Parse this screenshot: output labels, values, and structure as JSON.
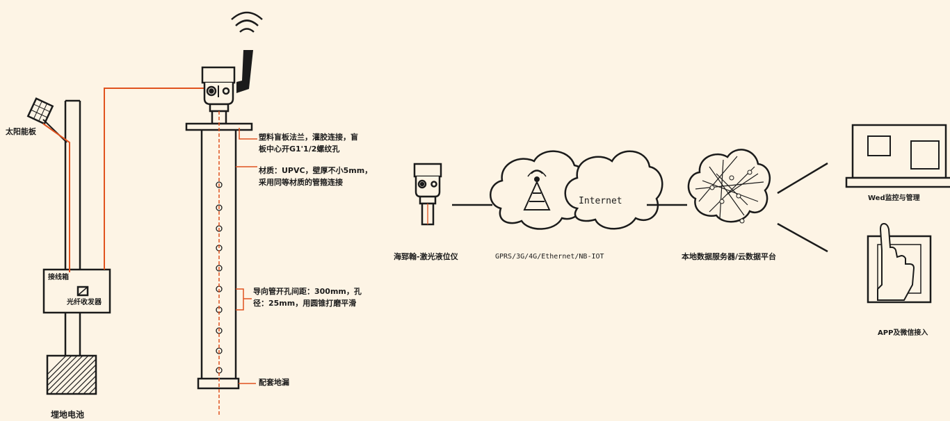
{
  "left_system": {
    "solar_panel": "太阳能板",
    "junction_box": "接线箱",
    "fiber_transceiver": "光纤收发器",
    "buried_battery": "埋地电池"
  },
  "pipe_annotations": {
    "flange_line1": "塑料盲板法兰，灌胶连接，盲",
    "flange_line2": "板中心开G1'1/2螺纹孔",
    "material_line1": "材质：UPVC，壁厚不小5mm，",
    "material_line2": "采用同等材质的管箍连接",
    "holes_line1": "导向管开孔间距：300mm，孔",
    "holes_line2": "径：25mm，用圆锥打磨平滑",
    "floor_drain": "配套地漏"
  },
  "network": {
    "instrument": "海郅翰-激光液位仪",
    "comm_protocols": "GPRS/3G/4G/Ethernet/NB-IOT",
    "internet": "Internet",
    "server": "本地数据服务器/云数据平台",
    "web": "Wed监控与管理",
    "app": "APP及微信接入"
  },
  "colors": {
    "background": "#fdf4e5",
    "line": "#1b1b1b",
    "accent": "#e0521e"
  }
}
